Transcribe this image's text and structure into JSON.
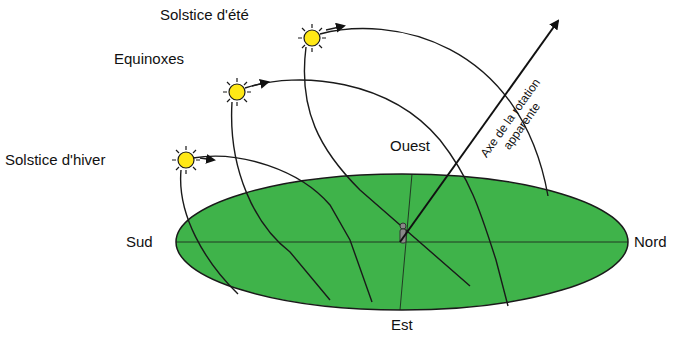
{
  "diagram": {
    "labels": [
      "Solstice d'été",
      "Equinoxes",
      "Solstice d'hiver",
      "Ouest",
      "Sud",
      "Nord",
      "Est",
      "Axe de la rotation apparente"
    ]
  }
}
